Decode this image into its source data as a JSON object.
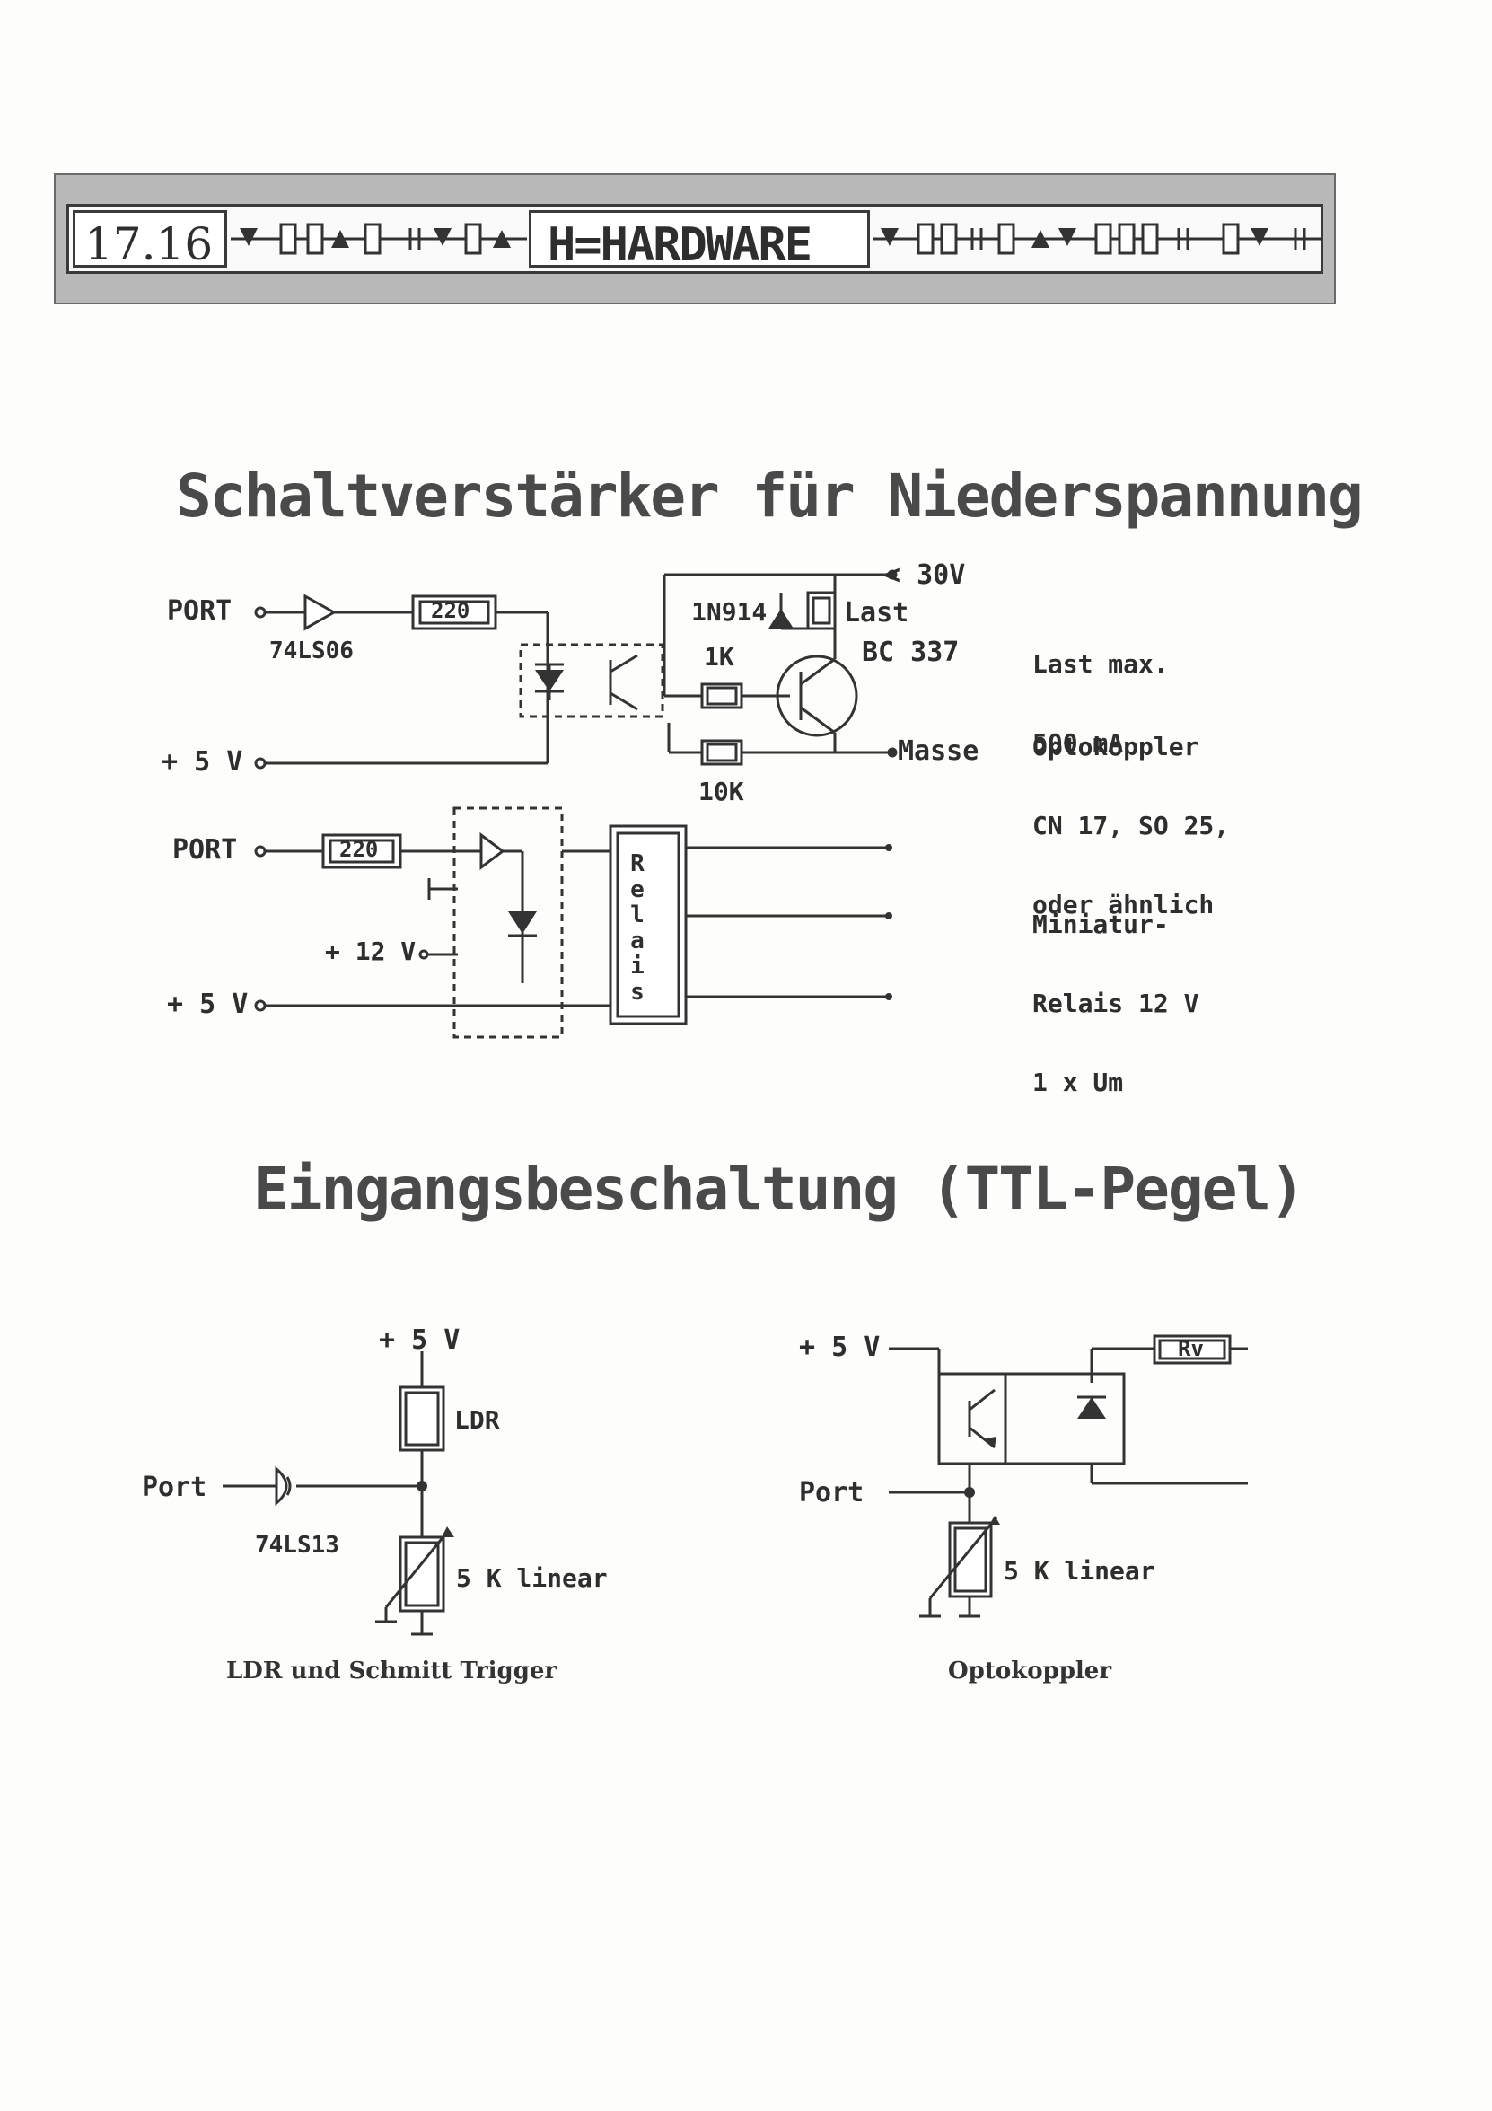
{
  "header": {
    "chapter": "17.16",
    "section": "H=HARDWARE"
  },
  "section1": {
    "title": "Schaltverstärker für Niederspannung",
    "circuit1": {
      "port": "PORT",
      "buffer": "74LS06",
      "resistor_in": "220",
      "vcc": "+ 5 V",
      "supply": "< 30V",
      "diode": "1N914",
      "load": "Last",
      "r_base": "1K",
      "transistor": "BC 337",
      "r_bottom": "10K",
      "ground": "Masse"
    },
    "note1": [
      "Last max.",
      "500 mA"
    ],
    "note2": [
      "Optokoppler",
      "CN 17, SO 25,",
      "oder ähnlich"
    ],
    "circuit2": {
      "port": "PORT",
      "resistor_in": "220",
      "v12": "+ 12 V",
      "vcc": "+ 5 V",
      "relay": "Relais"
    },
    "note3": [
      "Miniatur-",
      "Relais 12 V",
      "1 x Um"
    ]
  },
  "section2": {
    "title": "Eingangsbeschaltung (TTL-Pegel)",
    "left": {
      "vcc": "+ 5 V",
      "ldr": "LDR",
      "port": "Port",
      "ic": "74LS13",
      "pot": "5 K linear",
      "caption": "LDR und Schmitt Trigger"
    },
    "right": {
      "vcc": "+ 5 V",
      "rv": "Rv",
      "port": "Port",
      "pot": "5 K linear",
      "caption": "Optokoppler"
    }
  }
}
